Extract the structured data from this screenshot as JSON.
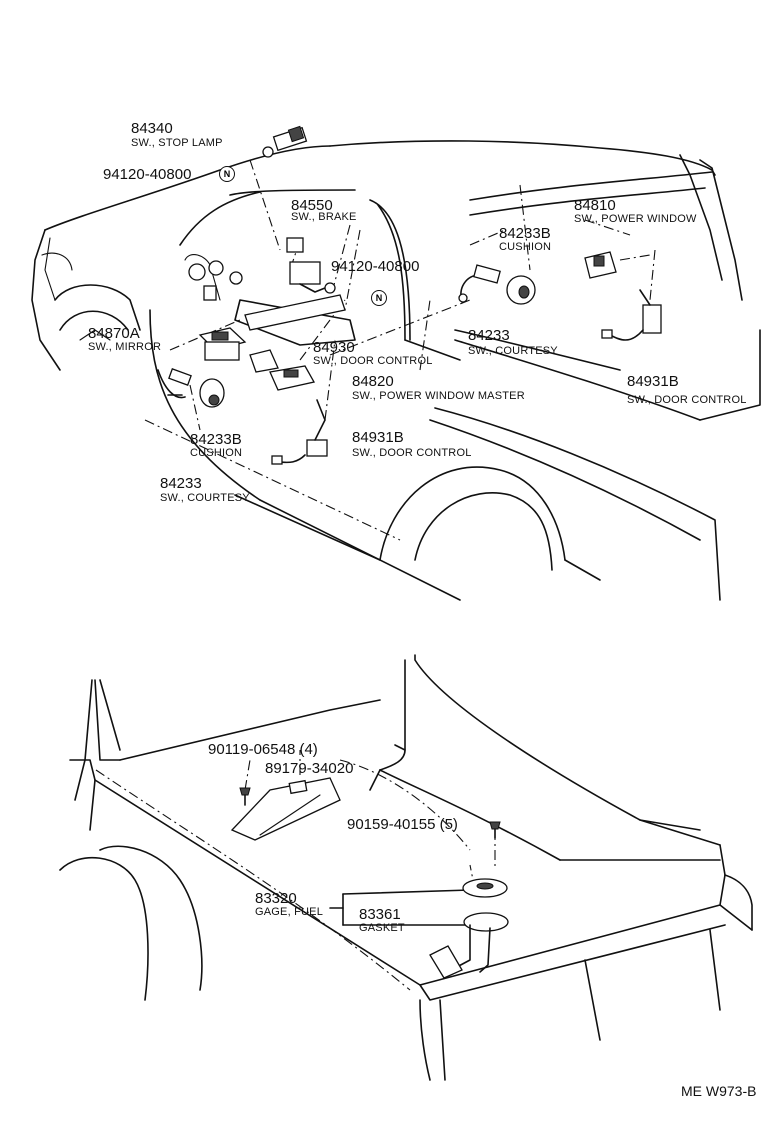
{
  "labels": {
    "stop_lamp": {
      "num": "84340",
      "name": "SW., STOP LAMP"
    },
    "nut_top": {
      "num": "94120-40800"
    },
    "brake": {
      "num": "84550",
      "name": "SW., BRAKE"
    },
    "nut_mid": {
      "num": "94120-40800"
    },
    "mirror": {
      "num": "84870A",
      "name": "SW., MIRROR"
    },
    "door_control_1": {
      "num": "84930",
      "name": "SW., DOOR CONTROL"
    },
    "pw_master": {
      "num": "84820",
      "name": "SW., POWER WINDOW MASTER"
    },
    "cushion_left": {
      "num": "84233B",
      "name": "CUSHION"
    },
    "courtesy_left": {
      "num": "84233",
      "name": "SW., COURTESY"
    },
    "door_control_left": {
      "num": "84931B",
      "name": "SW., DOOR CONTROL"
    },
    "cushion_right": {
      "num": "84233B",
      "name": "CUSHION"
    },
    "power_window": {
      "num": "84810",
      "name": "SW., POWER WINDOW"
    },
    "courtesy_right": {
      "num": "84233",
      "name": "SW., COURTESY"
    },
    "door_control_right": {
      "num": "84931B",
      "name": "SW., DOOR CONTROL"
    },
    "screw_4": {
      "num": "90119-06548 (4)"
    },
    "protector": {
      "num": "89179-34020"
    },
    "screw_5": {
      "num": "90159-40155 (5)"
    },
    "fuel_gage": {
      "num": "83320",
      "name": "GAGE, FUEL"
    },
    "gasket": {
      "num": "83361",
      "name": "GASKET"
    }
  },
  "badges": {
    "nut_top": "N",
    "nut_mid": "N"
  },
  "footer": {
    "code": "ME W973-B"
  }
}
